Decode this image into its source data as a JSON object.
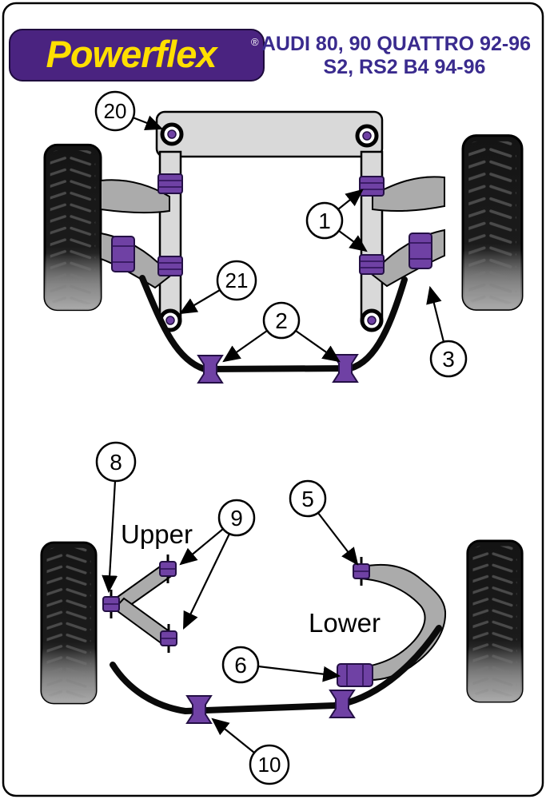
{
  "header": {
    "logo_text": "Powerflex",
    "registered_mark": "®",
    "title_line1": "AUDI 80, 90 QUATTRO 92-96",
    "title_line2": "S2, RS2 B4 94-96"
  },
  "front_diagram": {
    "callout_numbers": [
      "20",
      "1",
      "21",
      "2",
      "3"
    ]
  },
  "rear_diagram": {
    "callout_numbers": [
      "8",
      "9",
      "5",
      "6",
      "10"
    ],
    "labels": {
      "upper": "Upper",
      "lower": "Lower"
    }
  },
  "colors": {
    "logo_background": "#4A2380",
    "logo_text": "#FFDF00",
    "title_text": "#3A2B8E",
    "bushing_purple": "#6F41A4",
    "subframe_gray": "#D9D9D9",
    "arm_gray": "#ABABAB"
  }
}
